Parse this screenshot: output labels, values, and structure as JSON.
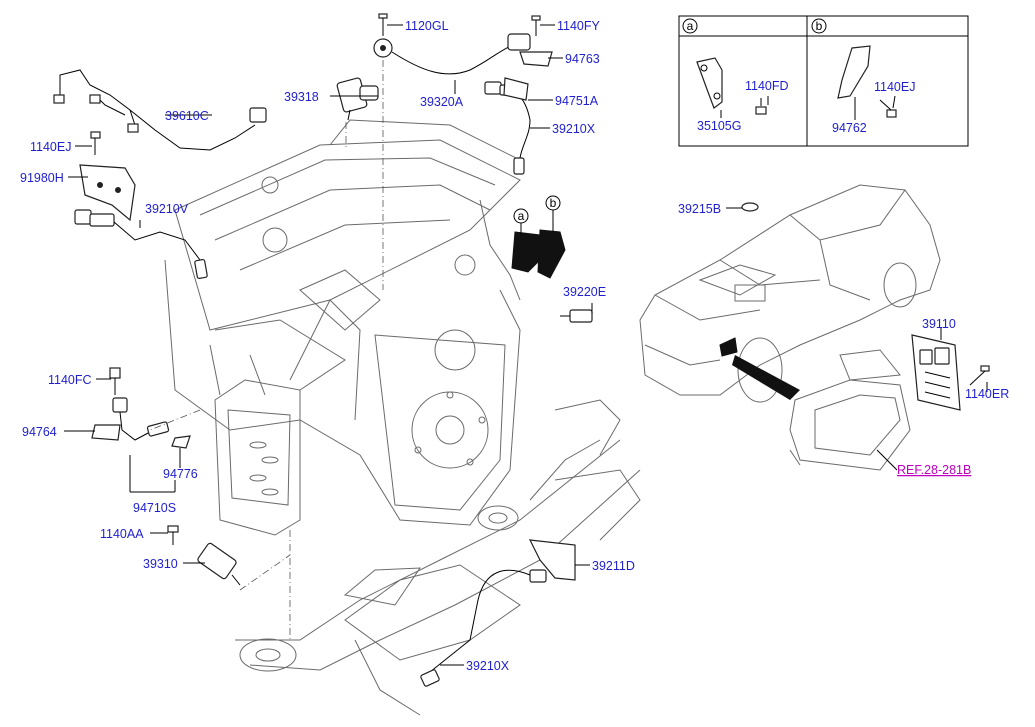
{
  "labels": {
    "l1120GL": "1120GL",
    "l1140FY": "1140FY",
    "l94763": "94763",
    "l39318": "39318",
    "l39320A": "39320A",
    "l94751A": "94751A",
    "l39210X_top": "39210X",
    "l39610C": "39610C",
    "l1140EJ_left": "1140EJ",
    "l91980H": "91980H",
    "l39210V": "39210V",
    "l39220E": "39220E",
    "l1140FC": "1140FC",
    "l94764": "94764",
    "l94776": "94776",
    "l94710S": "94710S",
    "l1140AA": "1140AA",
    "l39310": "39310",
    "l39211D": "39211D",
    "l39210X_bottom": "39210X",
    "l39215B": "39215B",
    "l39110": "39110",
    "l1140ER": "1140ER",
    "l35105G": "35105G",
    "l1140FD": "1140FD",
    "l94762": "94762",
    "l1140EJ_box": "1140EJ"
  },
  "reference": "REF.28-281B",
  "detail_boxes": {
    "a": "a",
    "b": "b"
  },
  "callouts": {
    "a": "a",
    "b": "b"
  }
}
